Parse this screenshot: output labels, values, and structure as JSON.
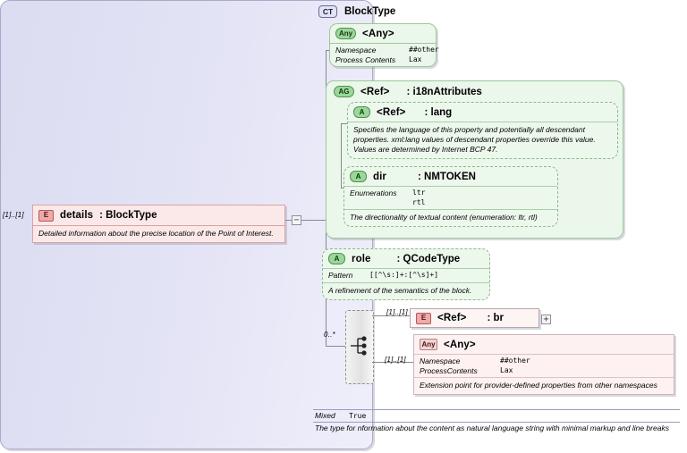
{
  "complex_type": {
    "kind_tag": "CT",
    "name": "BlockType",
    "mixed_key": "Mixed",
    "mixed_value": "True",
    "description": "The type for nformation about the content as natural language string with minimal markup and line breaks"
  },
  "element": {
    "kind_tag": "E",
    "cardinality": "[1]..[1]",
    "name": "details",
    "type": ": BlockType",
    "description": "Detailed information about the precise location of the Point of Interest.",
    "toggle": "−"
  },
  "any_top": {
    "kind_tag": "Any",
    "name": "<Any>",
    "props": [
      {
        "key": "Namespace",
        "value": "##other"
      },
      {
        "key": "Process Contents",
        "value": "Lax"
      }
    ]
  },
  "attribute_group": {
    "kind_tag": "AG",
    "name": "<Ref>",
    "type": ": i18nAttributes"
  },
  "attr_lang": {
    "kind_tag": "A",
    "name": "<Ref>",
    "type": ": lang",
    "description": "Specifies the language of this property and potentially all descendant properties. xml:lang values of descendant properties override this value. Values are determined by Internet BCP 47."
  },
  "attr_dir": {
    "kind_tag": "A",
    "name": "dir",
    "type": ": NMTOKEN",
    "props": [
      {
        "key": "Enumerations",
        "value": "ltr"
      },
      {
        "key": "",
        "value": "rtl"
      }
    ],
    "description": "The directionality of textual content (enumeration: ltr, rtl)"
  },
  "attr_role": {
    "kind_tag": "A",
    "name": "role",
    "type": ": QCodeType",
    "props": [
      {
        "key": "Pattern",
        "value": "[[^\\s:]+:[^\\s]+]"
      }
    ],
    "description": "A refinement of the semantics of the block."
  },
  "choice": {
    "cardinality": "0..*",
    "glyph_name": "choice-connector"
  },
  "element_br": {
    "kind_tag": "E",
    "cardinality": "[1]..[1]",
    "name": "<Ref>",
    "type": ": br",
    "toggle": "+"
  },
  "any_bottom": {
    "kind_tag": "Any",
    "cardinality": "[1]..[1]",
    "name": "<Any>",
    "props": [
      {
        "key": "Namespace",
        "value": "##other"
      },
      {
        "key": "ProcessContents",
        "value": "Lax"
      }
    ],
    "description": "Extension point for provider-defined properties from other namespaces"
  },
  "colors": {
    "panel_bg": "#dcdcf2",
    "panel_border": "#a9a9c8",
    "green_bg": "#eaf7ea",
    "green_border": "#9dc89d",
    "pink_bg": "#fbe9e9",
    "pink_border": "#d9a3a3",
    "line": "#8a8a8a"
  }
}
